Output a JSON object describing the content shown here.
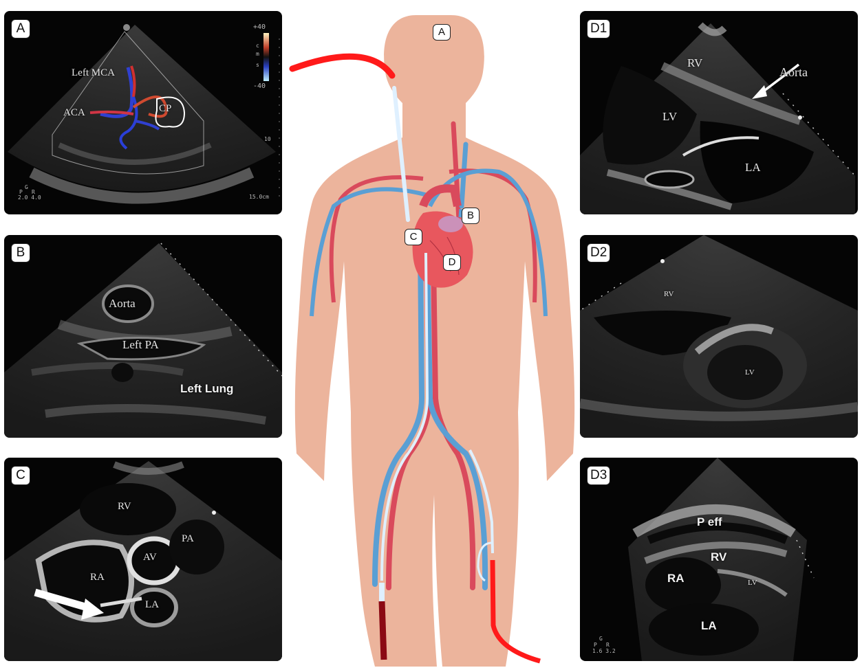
{
  "panels": {
    "A": {
      "badge": "A",
      "labels": {
        "mca": "Left MCA",
        "aca": "ACA",
        "cp": "CP"
      },
      "scale": {
        "top": "+40",
        "bottom": "-40",
        "unit_c": "c",
        "unit_m": "m",
        "unit_s": "s"
      },
      "depth_mark": "10",
      "depth": "15.0cm",
      "probe": {
        "p": "P",
        "g": "G",
        "r": "R",
        "vals": "2.0  4.0"
      }
    },
    "B": {
      "badge": "B",
      "labels": {
        "aorta": "Aorta",
        "left_pa": "Left PA",
        "left_lung": "Left Lung"
      }
    },
    "C": {
      "badge": "C",
      "labels": {
        "rv": "RV",
        "pa": "PA",
        "av": "AV",
        "ra": "RA",
        "la": "LA"
      }
    },
    "D1": {
      "badge": "D1",
      "labels": {
        "rv": "RV",
        "aorta": "Aorta",
        "lv": "LV",
        "la": "LA"
      }
    },
    "D2": {
      "badge": "D2",
      "labels": {
        "rv": "RV",
        "lv": "LV"
      }
    },
    "D3": {
      "badge": "D3",
      "labels": {
        "p_eff": "P eff",
        "rv": "RV",
        "ra": "RA",
        "lv": "LV",
        "la": "LA"
      },
      "probe": {
        "p": "P",
        "g": "G",
        "r": "R",
        "vals": "1.6  3.2"
      }
    }
  },
  "body_labels": {
    "a": "A",
    "b": "B",
    "c": "C",
    "d": "D"
  },
  "colors": {
    "skin": "#ecb49c",
    "artery": "#d94a5c",
    "vein": "#5a9fd4",
    "catheter": "#ff1a1a",
    "catheter_dark": "#8b0a14",
    "cannula": "#dff0ff",
    "heart": "#e8575e"
  }
}
